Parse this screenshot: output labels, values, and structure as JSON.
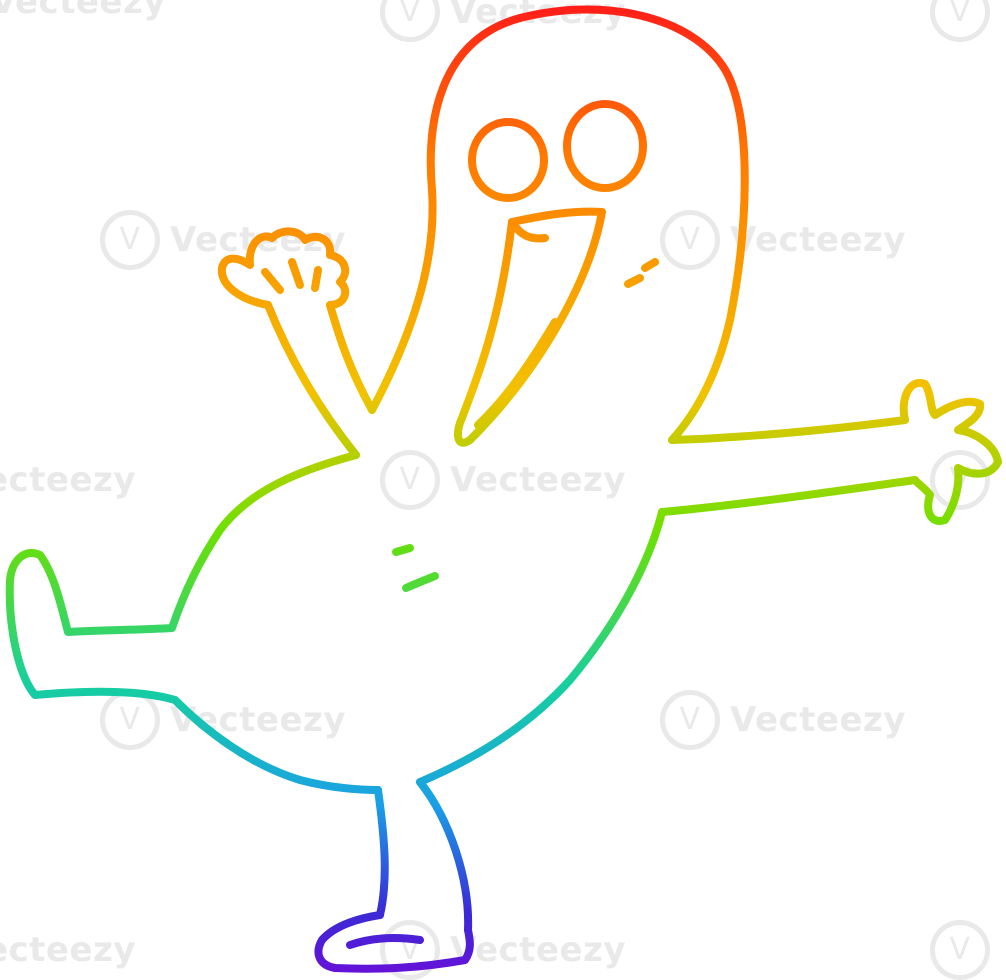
{
  "watermark": {
    "text": "Vecteezy",
    "logo_glyph": "V",
    "color": "#e9e9e9"
  },
  "illustration": {
    "subject": "cartoon-dancing-blob-character",
    "style": "rainbow-gradient-line-art",
    "gradient_colors": [
      "#ff1a1a",
      "#ff7a00",
      "#f2c200",
      "#6fe000",
      "#16cfa0",
      "#1aa0e6",
      "#3a2bd6",
      "#6a0fd8"
    ]
  }
}
